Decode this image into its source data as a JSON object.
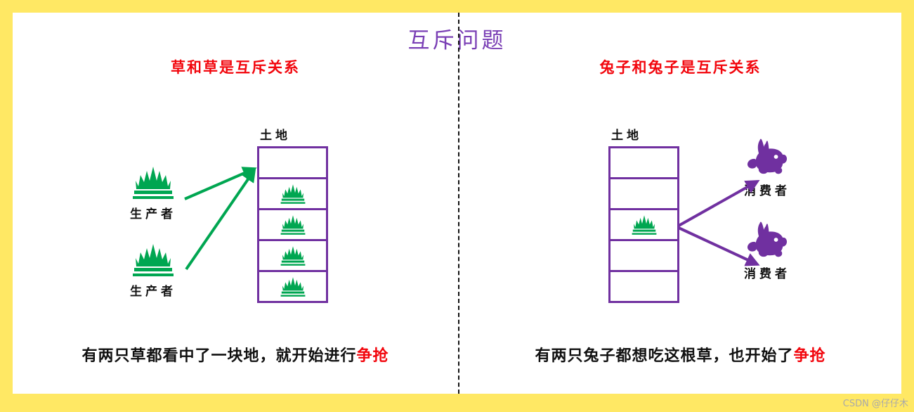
{
  "slide": {
    "title": "互斥问题",
    "frame_color": "#FFE864",
    "title_color": "#7A3FB5",
    "accent_red": "#F2060D",
    "purple": "#7030A0",
    "green": "#00A651"
  },
  "panels": [
    {
      "id": "left",
      "subtitle": "草和草是互斥关系",
      "resource_label": "土地",
      "cells": [
        "",
        "grass-icon",
        "grass-icon",
        "grass-icon",
        "grass-icon"
      ],
      "actors": [
        {
          "icon": "grass-icon",
          "label": "生产者"
        },
        {
          "icon": "grass-icon",
          "label": "生产者"
        }
      ],
      "arrow_color": "#00A651",
      "arrow_direction": "actors-to-resource",
      "caption_text": "有两只草都看中了一块地，就开始进行",
      "caption_accent": "争抢"
    },
    {
      "id": "right",
      "subtitle": "兔子和兔子是互斥关系",
      "resource_label": "土地",
      "cells": [
        "",
        "",
        "grass-icon",
        "",
        ""
      ],
      "actors": [
        {
          "icon": "rabbit-icon",
          "label": "消费者"
        },
        {
          "icon": "rabbit-icon",
          "label": "消费者"
        }
      ],
      "arrow_color": "#7030A0",
      "arrow_direction": "resource-to-actors",
      "caption_text": "有两只兔子都想吃这根草，也开始了",
      "caption_accent": "争抢"
    }
  ],
  "watermark": "CSDN @仔仔木"
}
